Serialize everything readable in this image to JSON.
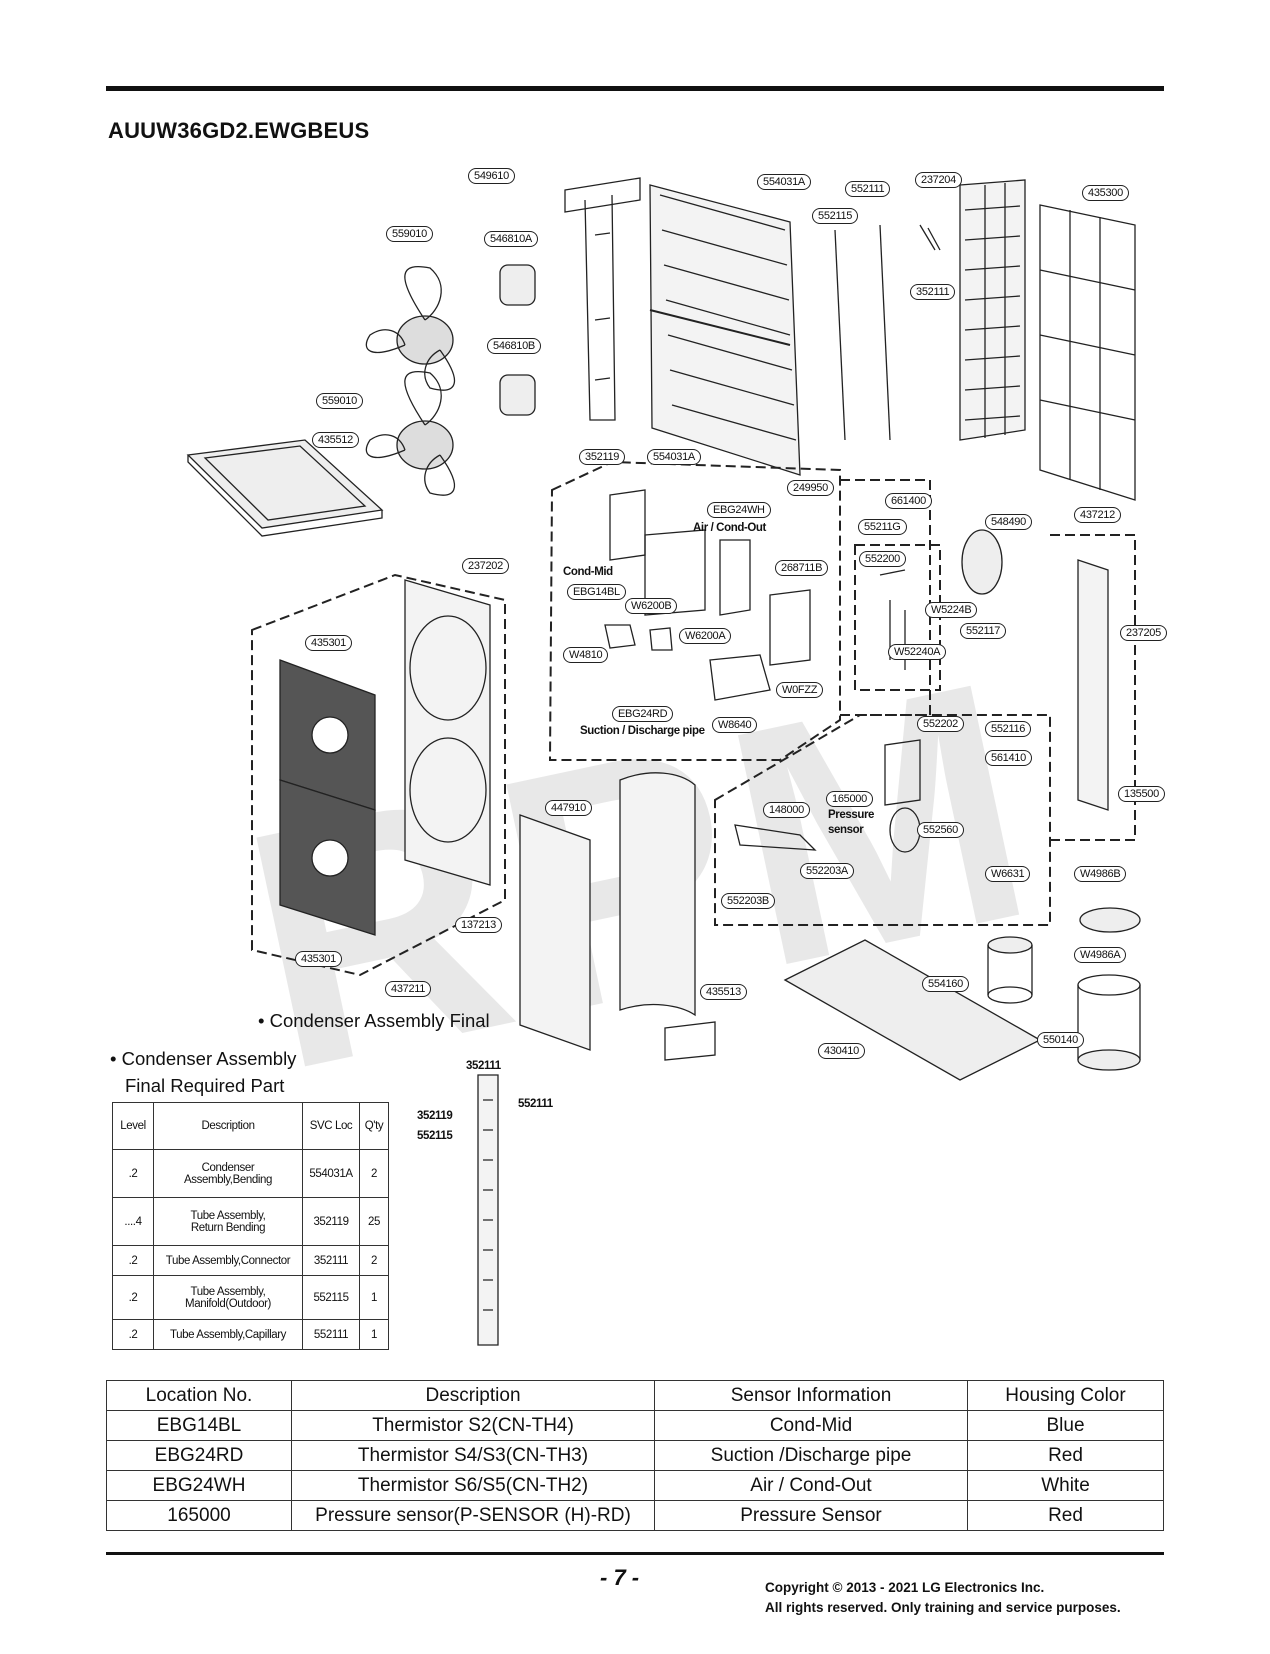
{
  "model_title": "AUUW36GD2.EWGBEUS",
  "watermark": "RPM",
  "callouts": {
    "c549610": "549610",
    "c554031A_top": "554031A",
    "c552111_top": "552111",
    "c237204": "237204",
    "c435300": "435300",
    "c552115": "552115",
    "c559010_a": "559010",
    "c546810A": "546810A",
    "c352111_right": "352111",
    "c546810B": "546810B",
    "c559010_b": "559010",
    "c435512": "435512",
    "c352119": "352119",
    "c554031A_bot": "554031A",
    "c249950": "249950",
    "c661400": "661400",
    "c548490": "548490",
    "c437212": "437212",
    "c55211G": "55211G",
    "c552200": "552200",
    "c EBG24WH": "EBG24WH",
    "c268711B": "268711B",
    "c237202": "237202",
    "cEBG14BL": "EBG14BL",
    "cW6200B": "W6200B",
    "cW5224B": "W5224B",
    "c237205": "237205",
    "c435301_top": "435301",
    "cW6200A": "W6200A",
    "c552117": "552117",
    "cW52240A": "W52240A",
    "cW4810": "W4810",
    "cW0FZZ": "W0FZZ",
    "cEBG24RD": "EBG24RD",
    "cW8640": "W8640",
    "c552202": "552202",
    "c552116": "552116",
    "c561410": "561410",
    "c165000": "165000",
    "c135500": "135500",
    "c447910": "447910",
    "c148000": "148000",
    "c552560": "552560",
    "c552203A": "552203A",
    "c552203B": "552203B",
    "cW6631": "W6631",
    "cW4986B": "W4986B",
    "cW4986A": "W4986A",
    "c137213": "137213",
    "c435301_bot": "435301",
    "c437211": "437211",
    "c435513": "435513",
    "c554160": "554160",
    "c430410": "430410",
    "c550140": "550140"
  },
  "labels": {
    "air_cond_out": "Air / Cond-Out",
    "cond_mid": "Cond-Mid",
    "suction_discharge": "Suction / Discharge pipe",
    "pressure_sensor": "Pressure\nsensor"
  },
  "captions": {
    "final": "• Condenser Assembly Final",
    "required_1": "• Condenser Assembly",
    "required_2": "Final Required Part"
  },
  "detail_labels": {
    "d352111_top": "352111",
    "d552111": "552111",
    "d352119": "352119",
    "d552115": "552115"
  },
  "parts_table": {
    "headers": [
      "Level",
      "Description",
      "SVC Loc",
      "Q'ty"
    ],
    "rows": [
      [
        ".2",
        "Condenser\nAssembly,Bending",
        "554031A",
        "2"
      ],
      [
        "....4",
        "Tube Assembly,\nReturn Bending",
        "352119",
        "25"
      ],
      [
        ".2",
        "Tube Assembly,Connector",
        "352111",
        "2"
      ],
      [
        ".2",
        "Tube Assembly,\nManifold(Outdoor)",
        "552115",
        "1"
      ],
      [
        ".2",
        "Tube Assembly,Capillary",
        "552111",
        "1"
      ]
    ]
  },
  "sensor_table": {
    "headers": [
      "Location No.",
      "Description",
      "Sensor Information",
      "Housing Color"
    ],
    "rows": [
      [
        "EBG14BL",
        "Thermistor S2(CN-TH4)",
        "Cond-Mid",
        "Blue"
      ],
      [
        "EBG24RD",
        "Thermistor S4/S3(CN-TH3)",
        "Suction /Discharge pipe",
        "Red"
      ],
      [
        "EBG24WH",
        "Thermistor S6/S5(CN-TH2)",
        "Air / Cond-Out",
        "White"
      ],
      [
        "165000",
        "Pressure sensor(P-SENSOR (H)-RD)",
        "Pressure Sensor",
        "Red"
      ]
    ]
  },
  "page_number": "- 7 -",
  "copyright_1": "Copyright © 2013 - 2021 LG Electronics Inc.",
  "copyright_2": "All rights reserved. Only training and service purposes."
}
